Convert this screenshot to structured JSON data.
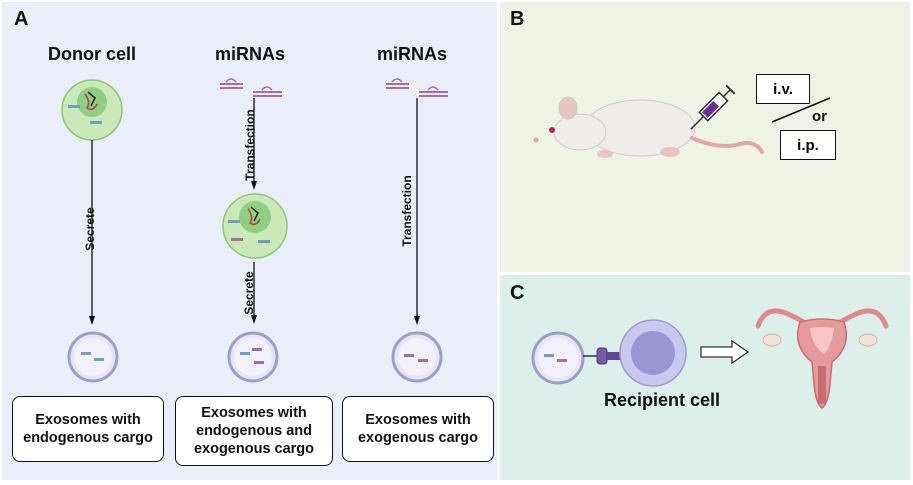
{
  "panel_a": {
    "label": "A",
    "col1_title": "Donor cell",
    "col2_title": "miRNAs",
    "col3_title": "miRNAs",
    "arrow1_label": "Secrete",
    "arrow2_label": "Transfection",
    "arrow3_label": "Secrete",
    "arrow4_label": "Transfection",
    "box1": "Exosomes with endogenous cargo",
    "box2": "Exosomes with endogenous and exogenous cargo",
    "box3": "Exosomes with exogenous cargo"
  },
  "panel_b": {
    "label": "B",
    "route1": "i.v.",
    "or_text": "or",
    "route2": "i.p."
  },
  "panel_c": {
    "label": "C",
    "recipient_label": "Recipient cell"
  },
  "colors": {
    "panel_a_bg": "#e9eef8",
    "panel_b_bg": "#eef3e5",
    "panel_c_bg": "#dcefea",
    "cell_green": "#c9eab6",
    "mirna_purple": "#a86aa8"
  },
  "icons": [
    "donor-cell-icon",
    "mirna-icon",
    "exosome-icon",
    "mouse-icon",
    "syringe-icon",
    "recipient-cell-icon",
    "receptor-icon",
    "uterus-icon",
    "hollow-arrow-icon"
  ]
}
